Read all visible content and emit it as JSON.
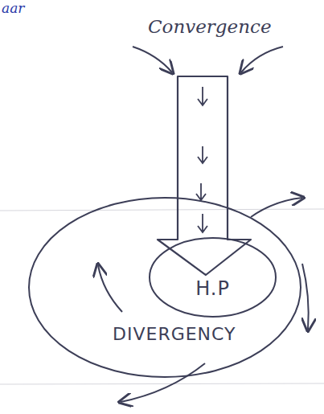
{
  "diagram": {
    "nodes": [
      {
        "text": [
          "DIVERGENCY"
        ]
      },
      {
        "text": [
          "H.P"
        ],
        "in": 0
      }
    ],
    "labels": [
      "aar",
      "Convergence"
    ]
  }
}
